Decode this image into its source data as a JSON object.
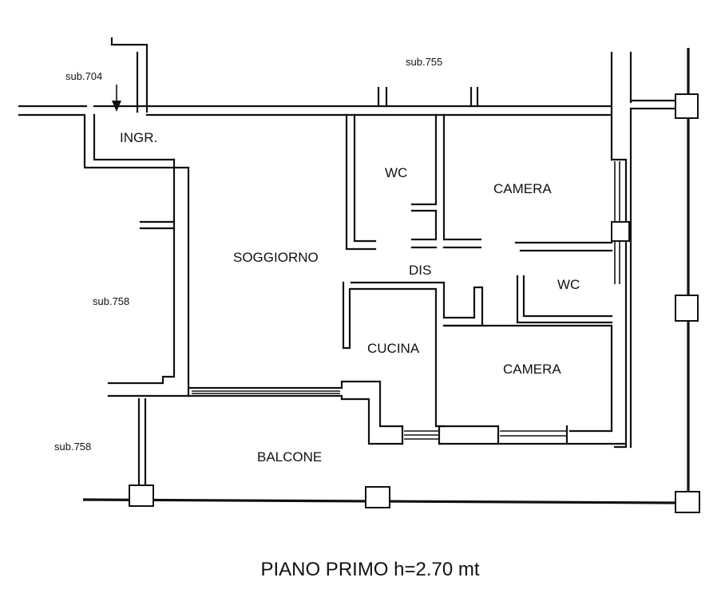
{
  "plan": {
    "title": "PIANO PRIMO h=2.70 mt",
    "rooms": {
      "entrance": "INGR.",
      "living": "SOGGIORNO",
      "wc_upper": "WC",
      "bedroom_upper": "CAMERA",
      "hall": "DIS",
      "wc_lower": "WC",
      "kitchen": "CUCINA",
      "bedroom_lower": "CAMERA",
      "balcony": "BALCONE"
    },
    "neighbors": {
      "sub_704": "sub.704",
      "sub_755": "sub.755",
      "sub_758_west": "sub.758",
      "sub_758_south": "sub.758"
    },
    "icons": {
      "entrance": "entrance-arrow-icon"
    }
  }
}
